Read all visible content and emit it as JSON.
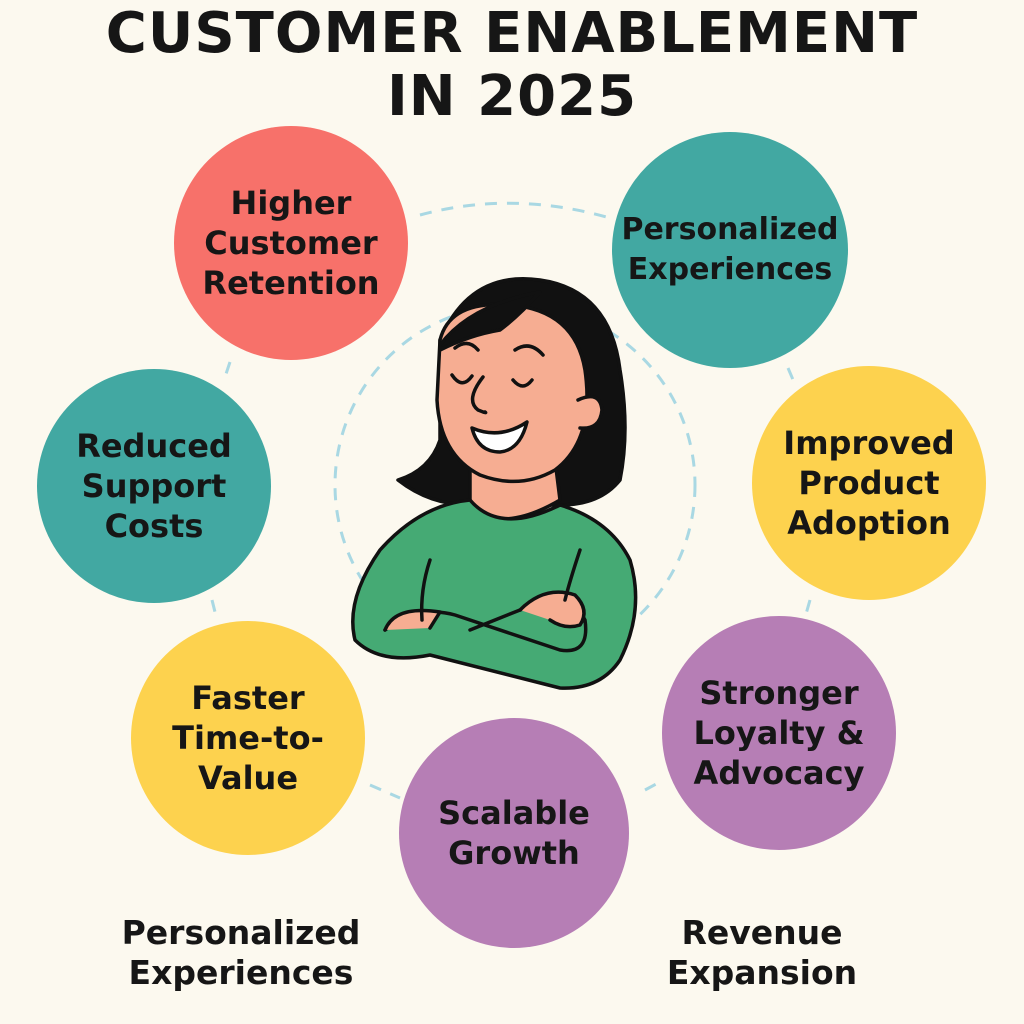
{
  "title": {
    "line1": "CUSTOMER ENABLEMENT",
    "line2": "IN 2025"
  },
  "colors": {
    "background": "#FCF9EF",
    "red": "#F7716A",
    "teal": "#42A8A2",
    "yellow": "#FDD24E",
    "purple": "#B67EB5",
    "shirt": "#45AA74",
    "skin": "#F6AD92",
    "dashed": "#A9D8E3"
  },
  "benefits": [
    {
      "lines": [
        "Higher",
        "Customer",
        "Retention"
      ]
    },
    {
      "lines": [
        "Personalized",
        "Experiences"
      ]
    },
    {
      "lines": [
        "Reduced",
        "Support",
        "Costs"
      ]
    },
    {
      "lines": [
        "Improved",
        "Product",
        "Adoption"
      ]
    },
    {
      "lines": [
        "Faster",
        "Time-to-",
        "Value"
      ]
    },
    {
      "lines": [
        "Stronger",
        "Loyalty &",
        "Advocacy"
      ]
    },
    {
      "lines": [
        "Scalable",
        "Growth"
      ]
    }
  ],
  "footer": {
    "left": [
      "Personalized",
      "Experiences"
    ],
    "right": [
      "Revenue",
      "Expansion"
    ]
  },
  "illustration": {
    "icon": "smiling-woman-arms-crossed"
  }
}
